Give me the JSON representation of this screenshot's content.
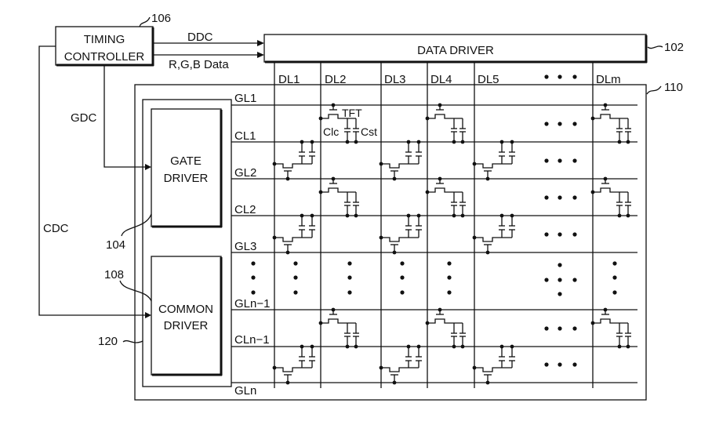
{
  "figure": {
    "blocks": {
      "timing_controller": {
        "lines": [
          "TIMING",
          "CONTROLLER"
        ],
        "ref": "106"
      },
      "data_driver": {
        "label": "DATA DRIVER",
        "ref": "102"
      },
      "gate_driver": {
        "lines": [
          "GATE",
          "DRIVER"
        ],
        "ref": "104"
      },
      "common_driver": {
        "lines": [
          "COMMON",
          "DRIVER"
        ],
        "ref": "108"
      },
      "driver_group": {
        "ref": "120"
      },
      "display_panel": {
        "ref": "110"
      }
    },
    "signals": {
      "ddc": "DDC",
      "rgb": "R,G,B Data",
      "gdc": "GDC",
      "cdc": "CDC"
    },
    "data_lines": [
      "DL1",
      "DL2",
      "DL3",
      "DL4",
      "DL5",
      "DLm"
    ],
    "row_lines": [
      "GL1",
      "CL1",
      "GL2",
      "CL2",
      "GL3",
      "GLn−1",
      "CLn−1",
      "GLn"
    ],
    "pixel_labels": {
      "tft": "TFT",
      "clc": "Clc",
      "cst": "Cst"
    },
    "pixel_rows": [
      {
        "top": "GL1",
        "bottom": "CL1",
        "gate_side": "top",
        "cells": [
          "DL2",
          "DL4",
          "DLm"
        ]
      },
      {
        "top": "CL1",
        "bottom": "GL2",
        "gate_side": "bottom",
        "cells": [
          "DL1",
          "DL3",
          "DL5"
        ]
      },
      {
        "top": "GL2",
        "bottom": "CL2",
        "gate_side": "top",
        "cells": [
          "DL2",
          "DL4",
          "DLm"
        ]
      },
      {
        "top": "CL2",
        "bottom": "GL3",
        "gate_side": "bottom",
        "cells": [
          "DL1",
          "DL3",
          "DL5"
        ]
      },
      {
        "top": "GLn−1",
        "bottom": "CLn−1",
        "gate_side": "top",
        "cells": [
          "DL2",
          "DL4",
          "DLm"
        ]
      },
      {
        "top": "CLn−1",
        "bottom": "GLn",
        "gate_side": "bottom",
        "cells": [
          "DL1",
          "DL3",
          "DL5"
        ]
      }
    ]
  }
}
